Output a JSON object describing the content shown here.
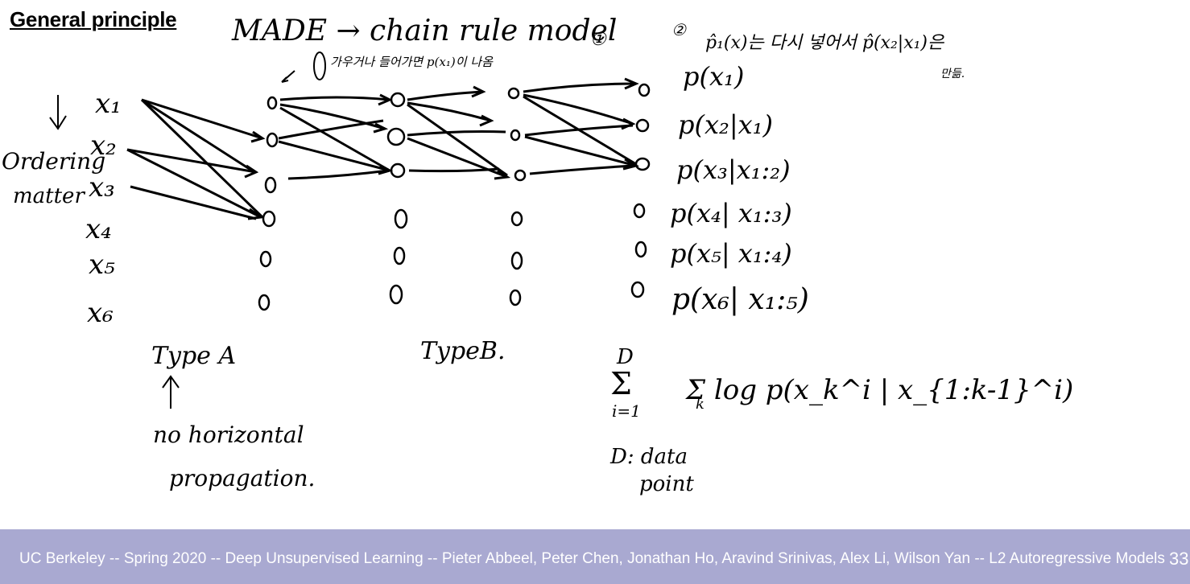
{
  "title": "General principle",
  "notes": {
    "heading": "MADE → chain rule model",
    "circle_note_1": "①",
    "circle_note_2": "②",
    "ordering": [
      "Ordering",
      "matter"
    ],
    "korean_note_1": "가우거나 들어가면 p(x₁)이 나옴",
    "korean_note_2": "p̂₁(x)는 다시 넣어서 p̂(x₂|x₁)은",
    "korean_note_3": "만듦.",
    "type_a": "Type A",
    "type_b": "TypeB.",
    "no_horizontal": [
      "no horizontal",
      "propagation."
    ],
    "d_note": [
      "D: data",
      "point"
    ],
    "sum_top": "D",
    "sum_bottom": "i=1",
    "sum_formula": "Σ log p(x_k^i | x_{1:k-1}^i)",
    "sum_k": "k"
  },
  "inputs": [
    "x₁",
    "x₂",
    "x₃",
    "x₄",
    "x₅",
    "x₆"
  ],
  "outputs": [
    "p(x₁)",
    "p(x₂|x₁)",
    "p(x₃|x₁:₂)",
    "p(x₄| x₁:₃)",
    "p(x₅| x₁:₄)",
    "p(x₆| x₁:₅)"
  ],
  "footer": {
    "text": "UC Berkeley -- Spring 2020 -- Deep Unsupervised Learning -- Pieter Abbeel, Peter Chen, Jonathan Ho, Aravind Srinivas, Alex Li, Wilson Yan -- L2 Autoregressive Models",
    "page": "33"
  },
  "colors": {
    "footer_bg": "#a9a9d1",
    "ink": "#000000",
    "footer_text": "#ffffff"
  }
}
